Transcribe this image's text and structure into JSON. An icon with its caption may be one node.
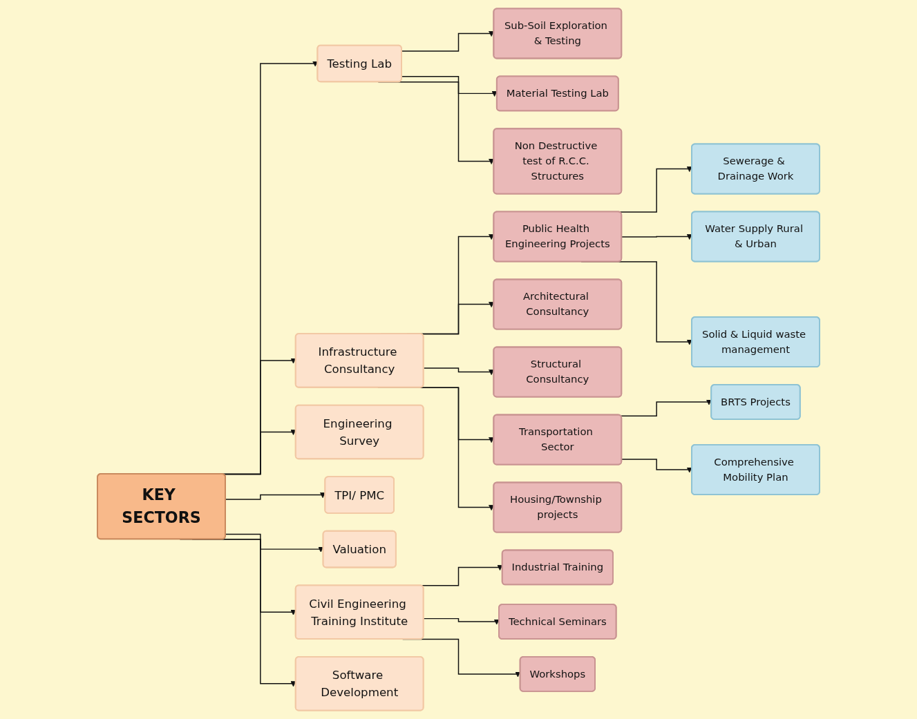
{
  "diagram": {
    "nodes": [
      {
        "text": [
          "KEY SECTORS"
        ]
      },
      {
        "text": [
          "Testing Lab"
        ]
      },
      {
        "text": [
          "Infrastructure Consultancy"
        ]
      },
      {
        "text": [
          "Engineering Survey"
        ]
      },
      {
        "text": [
          "TPI/ PMC"
        ]
      },
      {
        "text": [
          "Valuation"
        ]
      },
      {
        "text": [
          "Civil Engineering Training Institute"
        ]
      },
      {
        "text": [
          "Sub-Soil Exploration & Testing"
        ]
      },
      {
        "text": [
          "Material Testing Lab"
        ]
      },
      {
        "text": [
          "Non Destructive test of R.C.C. Structures"
        ]
      },
      {
        "text": [
          "Public Health Engineering Projects"
        ]
      },
      {
        "text": [
          "Architectural Consultancy"
        ]
      },
      {
        "text": [
          "Structural Consultancy"
        ]
      },
      {
        "text": [
          "Transportation Sector"
        ]
      },
      {
        "text": [
          "Housing/Township projects"
        ]
      },
      {
        "text": [
          "Sewerage & Drainage Work"
        ]
      },
      {
        "text": [
          "Water Supply Rural & Urban"
        ]
      },
      {
        "text": [
          "Solid & Liquid waste management"
        ]
      },
      {
        "text": [
          "BRTS Projects"
        ]
      },
      {
        "text": [
          "Comprehensive Mobility Plan"
        ]
      },
      {
        "text": [
          "Industrial Training"
        ]
      },
      {
        "text": [
          "Technical Seminars"
        ]
      },
      {
        "text": [
          "Workshops"
        ]
      },
      {
        "text": [
          "Software Development"
        ]
      }
    ],
    "edges": [
      {
        "from": 0,
        "to": 1,
        "arrow": "to"
      },
      {
        "from": 0,
        "to": 2,
        "arrow": "to"
      },
      {
        "from": 0,
        "to": 3,
        "arrow": "to"
      },
      {
        "from": 0,
        "to": 4,
        "arrow": "to"
      },
      {
        "from": 0,
        "to": 5,
        "arrow": "to"
      },
      {
        "from": 0,
        "to": 6,
        "arrow": "to"
      },
      {
        "from": 0,
        "to": 23,
        "arrow": "to"
      },
      {
        "from": 1,
        "to": 7,
        "arrow": "to"
      },
      {
        "from": 1,
        "to": 8,
        "arrow": "to"
      },
      {
        "from": 1,
        "to": 9,
        "arrow": "to"
      },
      {
        "from": 2,
        "to": 10,
        "arrow": "to"
      },
      {
        "from": 2,
        "to": 11,
        "arrow": "to"
      },
      {
        "from": 2,
        "to": 12,
        "arrow": "to"
      },
      {
        "from": 2,
        "to": 13,
        "arrow": "to"
      },
      {
        "from": 2,
        "to": 14,
        "arrow": "to"
      },
      {
        "from": 10,
        "to": 15,
        "arrow": "to"
      },
      {
        "from": 10,
        "to": 16,
        "arrow": "to"
      },
      {
        "from": 10,
        "to": 17,
        "arrow": "to"
      },
      {
        "from": 13,
        "to": 18,
        "arrow": "to"
      },
      {
        "from": 13,
        "to": 19,
        "arrow": "to"
      },
      {
        "from": 6,
        "to": 20,
        "arrow": "to"
      },
      {
        "from": 6,
        "to": 21,
        "arrow": "to"
      },
      {
        "from": 6,
        "to": 22,
        "arrow": "to"
      }
    ]
  }
}
